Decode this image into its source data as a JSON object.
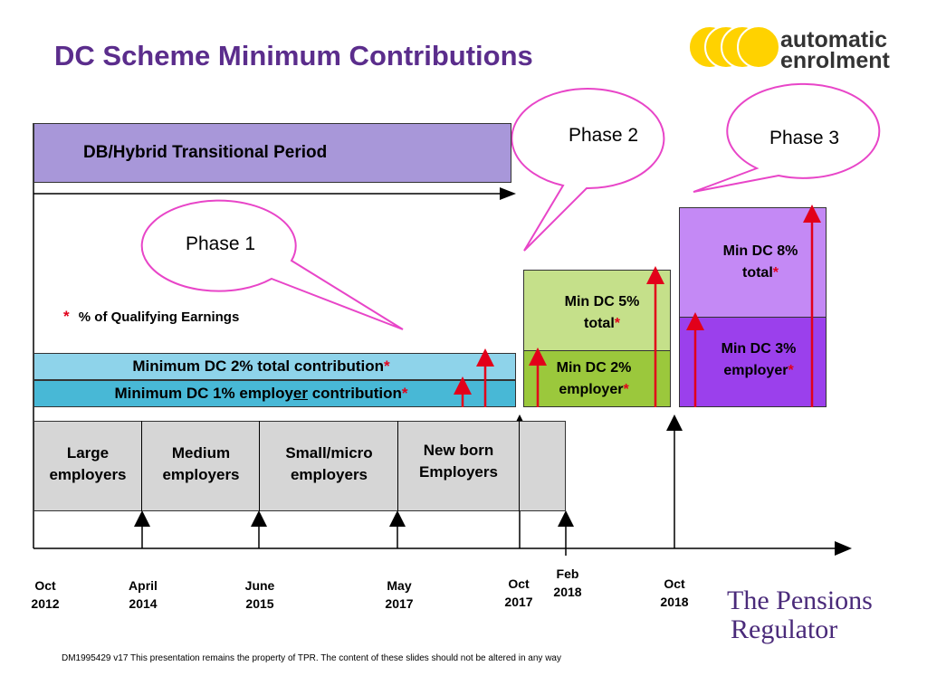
{
  "slide": {
    "title": "DC Scheme Minimum Contributions",
    "footer": "DM1995429 v17  This presentation remains the property of TPR.  The content of these slides should not be altered in any way"
  },
  "logos": {
    "auto_enrolment_line1": "automatic",
    "auto_enrolment_line2": "enrolment",
    "tpr_line1": "The Pensions",
    "tpr_line2": "Regulator"
  },
  "colors": {
    "title": "#5b2d8c",
    "transitional": "#a897d9",
    "bar_light_blue": "#8ed3ea",
    "bar_blue": "#48b8d6",
    "phase2_top": "#c5e08a",
    "phase2_bottom": "#9bc83c",
    "phase3_top": "#c489f5",
    "phase3_bottom": "#9b40ec",
    "stages_grey": "#d6d6d6",
    "bubble": "#e845c8",
    "arrow_red": "#e2001a"
  },
  "transitional": {
    "label": "DB/Hybrid Transitional Period"
  },
  "note": {
    "star": "*",
    "text": "% of Qualifying Earnings"
  },
  "phase1": {
    "bubble": "Phase 1",
    "total_label": "Minimum DC 2% total contribution",
    "employer_prefix": "Minimum DC 1% employ",
    "employer_underlined": "er",
    "employer_suffix": " contribution",
    "star": "*"
  },
  "phase2": {
    "bubble": "Phase 2",
    "total_line1": "Min DC 5%",
    "total_line2": "total",
    "employer_line1": "Min DC 2%",
    "employer_line2": "employer",
    "star": "*"
  },
  "phase3": {
    "bubble": "Phase 3",
    "total_line1": "Min DC 8%",
    "total_line2": "total",
    "employer_line1": "Min DC 3%",
    "employer_line2": "employer",
    "star": "*"
  },
  "stages": [
    {
      "line1": "Large",
      "line2": "employers"
    },
    {
      "line1": "Medium",
      "line2": "employers"
    },
    {
      "line1": "Small/micro",
      "line2": "employers"
    },
    {
      "line1": "New born",
      "line2": "Employers"
    }
  ],
  "dates": [
    {
      "month": "Oct",
      "year": "2012"
    },
    {
      "month": "April",
      "year": "2014"
    },
    {
      "month": "June",
      "year": "2015"
    },
    {
      "month": "May",
      "year": "2017"
    },
    {
      "month": "Oct",
      "year": "2017"
    },
    {
      "month": "Feb",
      "year": "2018"
    },
    {
      "month": "Oct",
      "year": "2018"
    }
  ]
}
